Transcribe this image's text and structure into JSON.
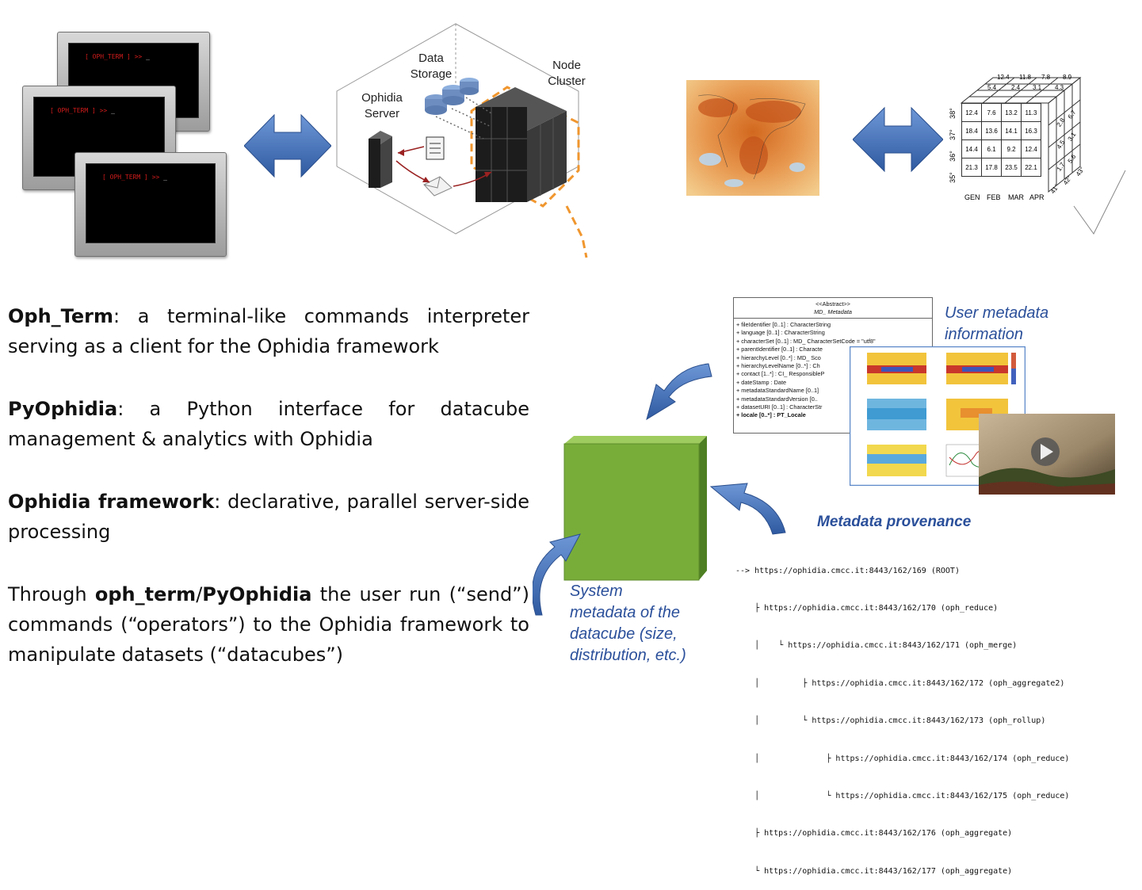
{
  "terminals": {
    "prompt": "[ OPH_TERM ] >>",
    "cursor": "_"
  },
  "server_diagram": {
    "data_storage_label": "Data\nStorage",
    "node_cluster_label": "Node\nCluster",
    "ophidia_server_label": "Ophidia\nServer"
  },
  "datacube": {
    "lon_labels": [
      "12.4",
      "11.8",
      "7.8",
      "8.9"
    ],
    "lon_labels_2": [
      "5.4",
      "2.4",
      "3.1",
      "4.3"
    ],
    "lat_labels": [
      "38°",
      "37°",
      "36°",
      "35°"
    ],
    "rows": [
      [
        "12.4",
        "7.6",
        "13.2",
        "11.3"
      ],
      [
        "18.4",
        "13.6",
        "14.1",
        "16.3"
      ],
      [
        "14.4",
        "6.1",
        "9.2",
        "12.4"
      ],
      [
        "21.3",
        "17.8",
        "23.5",
        "22.1"
      ]
    ],
    "months": [
      "GEN",
      "FEB",
      "MAR",
      "APR"
    ],
    "side_values": [
      "2.8",
      "6.7",
      "4.5",
      "3.1",
      "1.7",
      "5.6"
    ],
    "depth_labels": [
      "41°",
      "42°",
      "43°"
    ]
  },
  "descriptions": {
    "oph_term_name": "Oph_Term",
    "oph_term_text": ": a terminal-like commands interpreter serving as a client for the Ophidia framework",
    "pyophidia_name": "PyOphidia",
    "pyophidia_text": ": a Python interface for datacube management & analytics with Ophidia",
    "framework_name": "Ophidia framework",
    "framework_text": ": declarative, parallel server-side processing",
    "through_prefix": "Through ",
    "through_oph_term": "oph_term",
    "through_slash": "/",
    "through_pyophidia": "PyOphidia",
    "through_text": " the user run (“send”) commands (“operators”) to the Ophidia framework to manipulate datasets (“datacubes”)"
  },
  "metadata": {
    "user_metadata_label": "User metadata\ninformation",
    "system_metadata_label": "System\nmetadata of the\ndatacube (size,\ndistribution, etc.)",
    "provenance_title": "Metadata provenance",
    "abstract_stereotype": "<<Abstract>>",
    "abstract_name": "MD_ Metadata",
    "abstract_rows": [
      "+ fileIdentifier   [0..1] :   CharacterString",
      "+ language [0..1] :     CharacterString",
      "+ characterSet   [0..1] : MD_   CharacterSetCode     = \"utf8\"",
      "+ parentIdentifier   [0..1] :   Characte",
      "+ hierarchyLevel   [0..*] : MD_   Sco",
      "+ hierarchyLevelName   [0..*] :   Ch",
      "+ contact [1..*] : CI_   ResponsibleP",
      "+ dateStamp   : Date",
      "+ metadataStandardName      [0..1]",
      "+ metadataStandardVersion      [0..",
      "+ datasetURI   [0..1] :   CharacterStr",
      "+ locale [0..*] : PT_Locale"
    ],
    "provenance_lines": [
      "--> https://ophidia.cmcc.it:8443/162/169 (ROOT)",
      "    ├ https://ophidia.cmcc.it:8443/162/170 (oph_reduce)",
      "    │    └ https://ophidia.cmcc.it:8443/162/171 (oph_merge)",
      "    │         ├ https://ophidia.cmcc.it:8443/162/172 (oph_aggregate2)",
      "    │         └ https://ophidia.cmcc.it:8443/162/173 (oph_rollup)",
      "    │              ├ https://ophidia.cmcc.it:8443/162/174 (oph_reduce)",
      "    │              └ https://ophidia.cmcc.it:8443/162/175 (oph_reduce)",
      "    ├ https://ophidia.cmcc.it:8443/162/176 (oph_aggregate)",
      "    └ https://ophidia.cmcc.it:8443/162/177 (oph_aggregate)"
    ]
  },
  "colors": {
    "arrow_blue": "#3f6fb8",
    "cube_green": "#78ad3a",
    "dashed_orange": "#f0962e",
    "label_blue": "#2a4f9a"
  }
}
